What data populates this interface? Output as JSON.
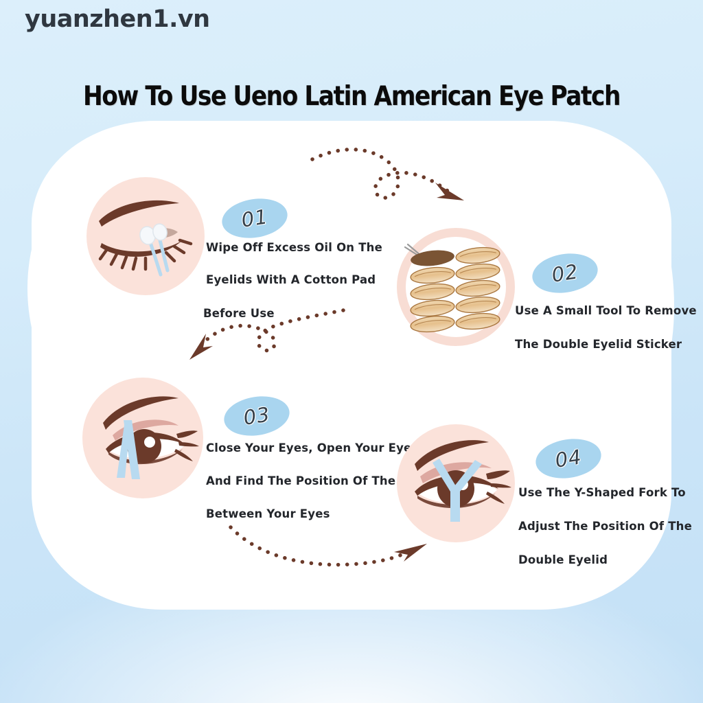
{
  "watermark": {
    "text": "yuanzhen1.vn"
  },
  "header": {
    "title": "How To Use Ueno Latin American Eye Patch"
  },
  "colors": {
    "background_top": "#dceffb",
    "background_bottom": "#c3e0f6",
    "card": "#ffffff",
    "circle_peach": "#fbe2da",
    "badge_blue": "#a9d5ef",
    "text_dark": "#23262b",
    "arrow_brown": "#6b3a2a",
    "brow_brown": "#6b3a2a",
    "sticker_tan": "#e8c79a",
    "tool_blue": "#b8daf0"
  },
  "steps": [
    {
      "number": "01",
      "illustration": "closed-eye-with-cotton-swabs",
      "lines": [
        "Wipe Off Excess Oil On The",
        "Eyelids With A Cotton Pad",
        "Before Use"
      ]
    },
    {
      "number": "02",
      "illustration": "eyelid-sticker-sheet-with-tweezers",
      "lines": [
        "Use A Small Tool To Remove",
        "The Double Eyelid Sticker"
      ]
    },
    {
      "number": "03",
      "illustration": "open-eye-with-two-prong-tool",
      "lines": [
        "Close Your Eyes, Open Your Eyes,",
        "And Find The Position Of The Crease",
        "Between Your Eyes"
      ]
    },
    {
      "number": "04",
      "illustration": "open-eye-with-y-shaped-fork",
      "lines": [
        "Use The Y-Shaped Fork To",
        "Adjust The Position Of The",
        "Double Eyelid"
      ]
    }
  ],
  "arrows": [
    {
      "name": "arrow-step1-to-step2",
      "direction": "right-down-with-loop"
    },
    {
      "name": "arrow-step2-to-step3",
      "direction": "left-down-with-loop"
    },
    {
      "name": "arrow-step3-to-step4",
      "direction": "right-down-curve"
    }
  ]
}
